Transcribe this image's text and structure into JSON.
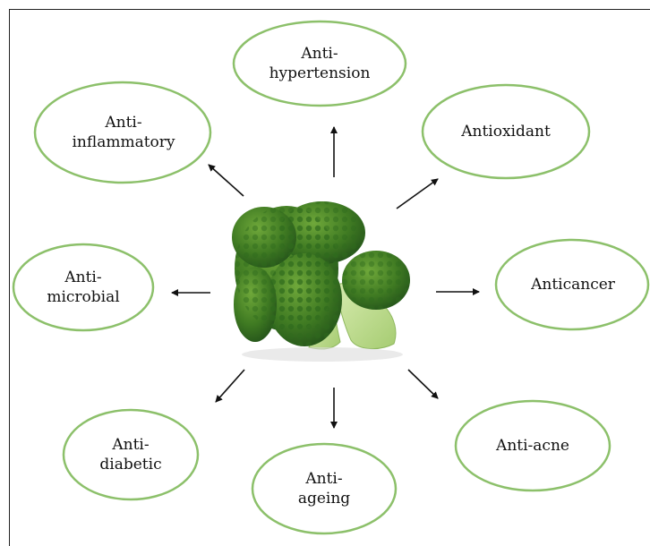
{
  "diagram": {
    "center_image": "broccoli",
    "oval_border_color": "#8cc06a",
    "arrow_color": "#111111",
    "nodes": {
      "anti_hypertension": {
        "line1": "Anti-",
        "line2": "hypertension"
      },
      "antioxidant": {
        "line1": "Antioxidant",
        "line2": ""
      },
      "anticancer": {
        "line1": "Anticancer",
        "line2": ""
      },
      "anti_acne": {
        "line1": "Anti-acne",
        "line2": ""
      },
      "anti_ageing": {
        "line1": "Anti-",
        "line2": "ageing"
      },
      "anti_diabetic": {
        "line1": "Anti-",
        "line2": "diabetic"
      },
      "anti_microbial": {
        "line1": "Anti-",
        "line2": "microbial"
      },
      "anti_inflammatory": {
        "line1": "Anti-",
        "line2": "inflammatory"
      }
    }
  }
}
